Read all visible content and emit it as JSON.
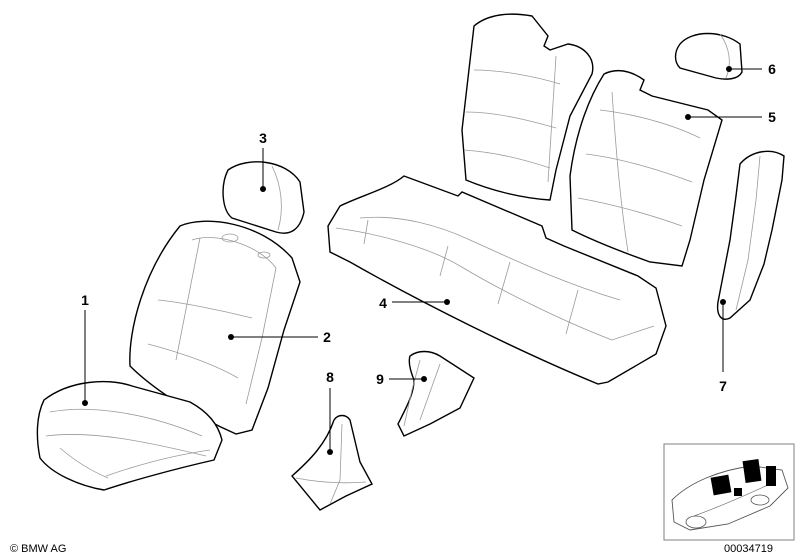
{
  "callouts": [
    {
      "number": "1"
    },
    {
      "number": "2"
    },
    {
      "number": "3"
    },
    {
      "number": "4"
    },
    {
      "number": "5"
    },
    {
      "number": "6"
    },
    {
      "number": "7"
    },
    {
      "number": "8"
    },
    {
      "number": "9"
    }
  ],
  "copyright": "© BMW AG",
  "image_number": "00034719",
  "colors": {
    "line": "#000000",
    "seam": "#9a9a9a",
    "background": "#ffffff"
  }
}
